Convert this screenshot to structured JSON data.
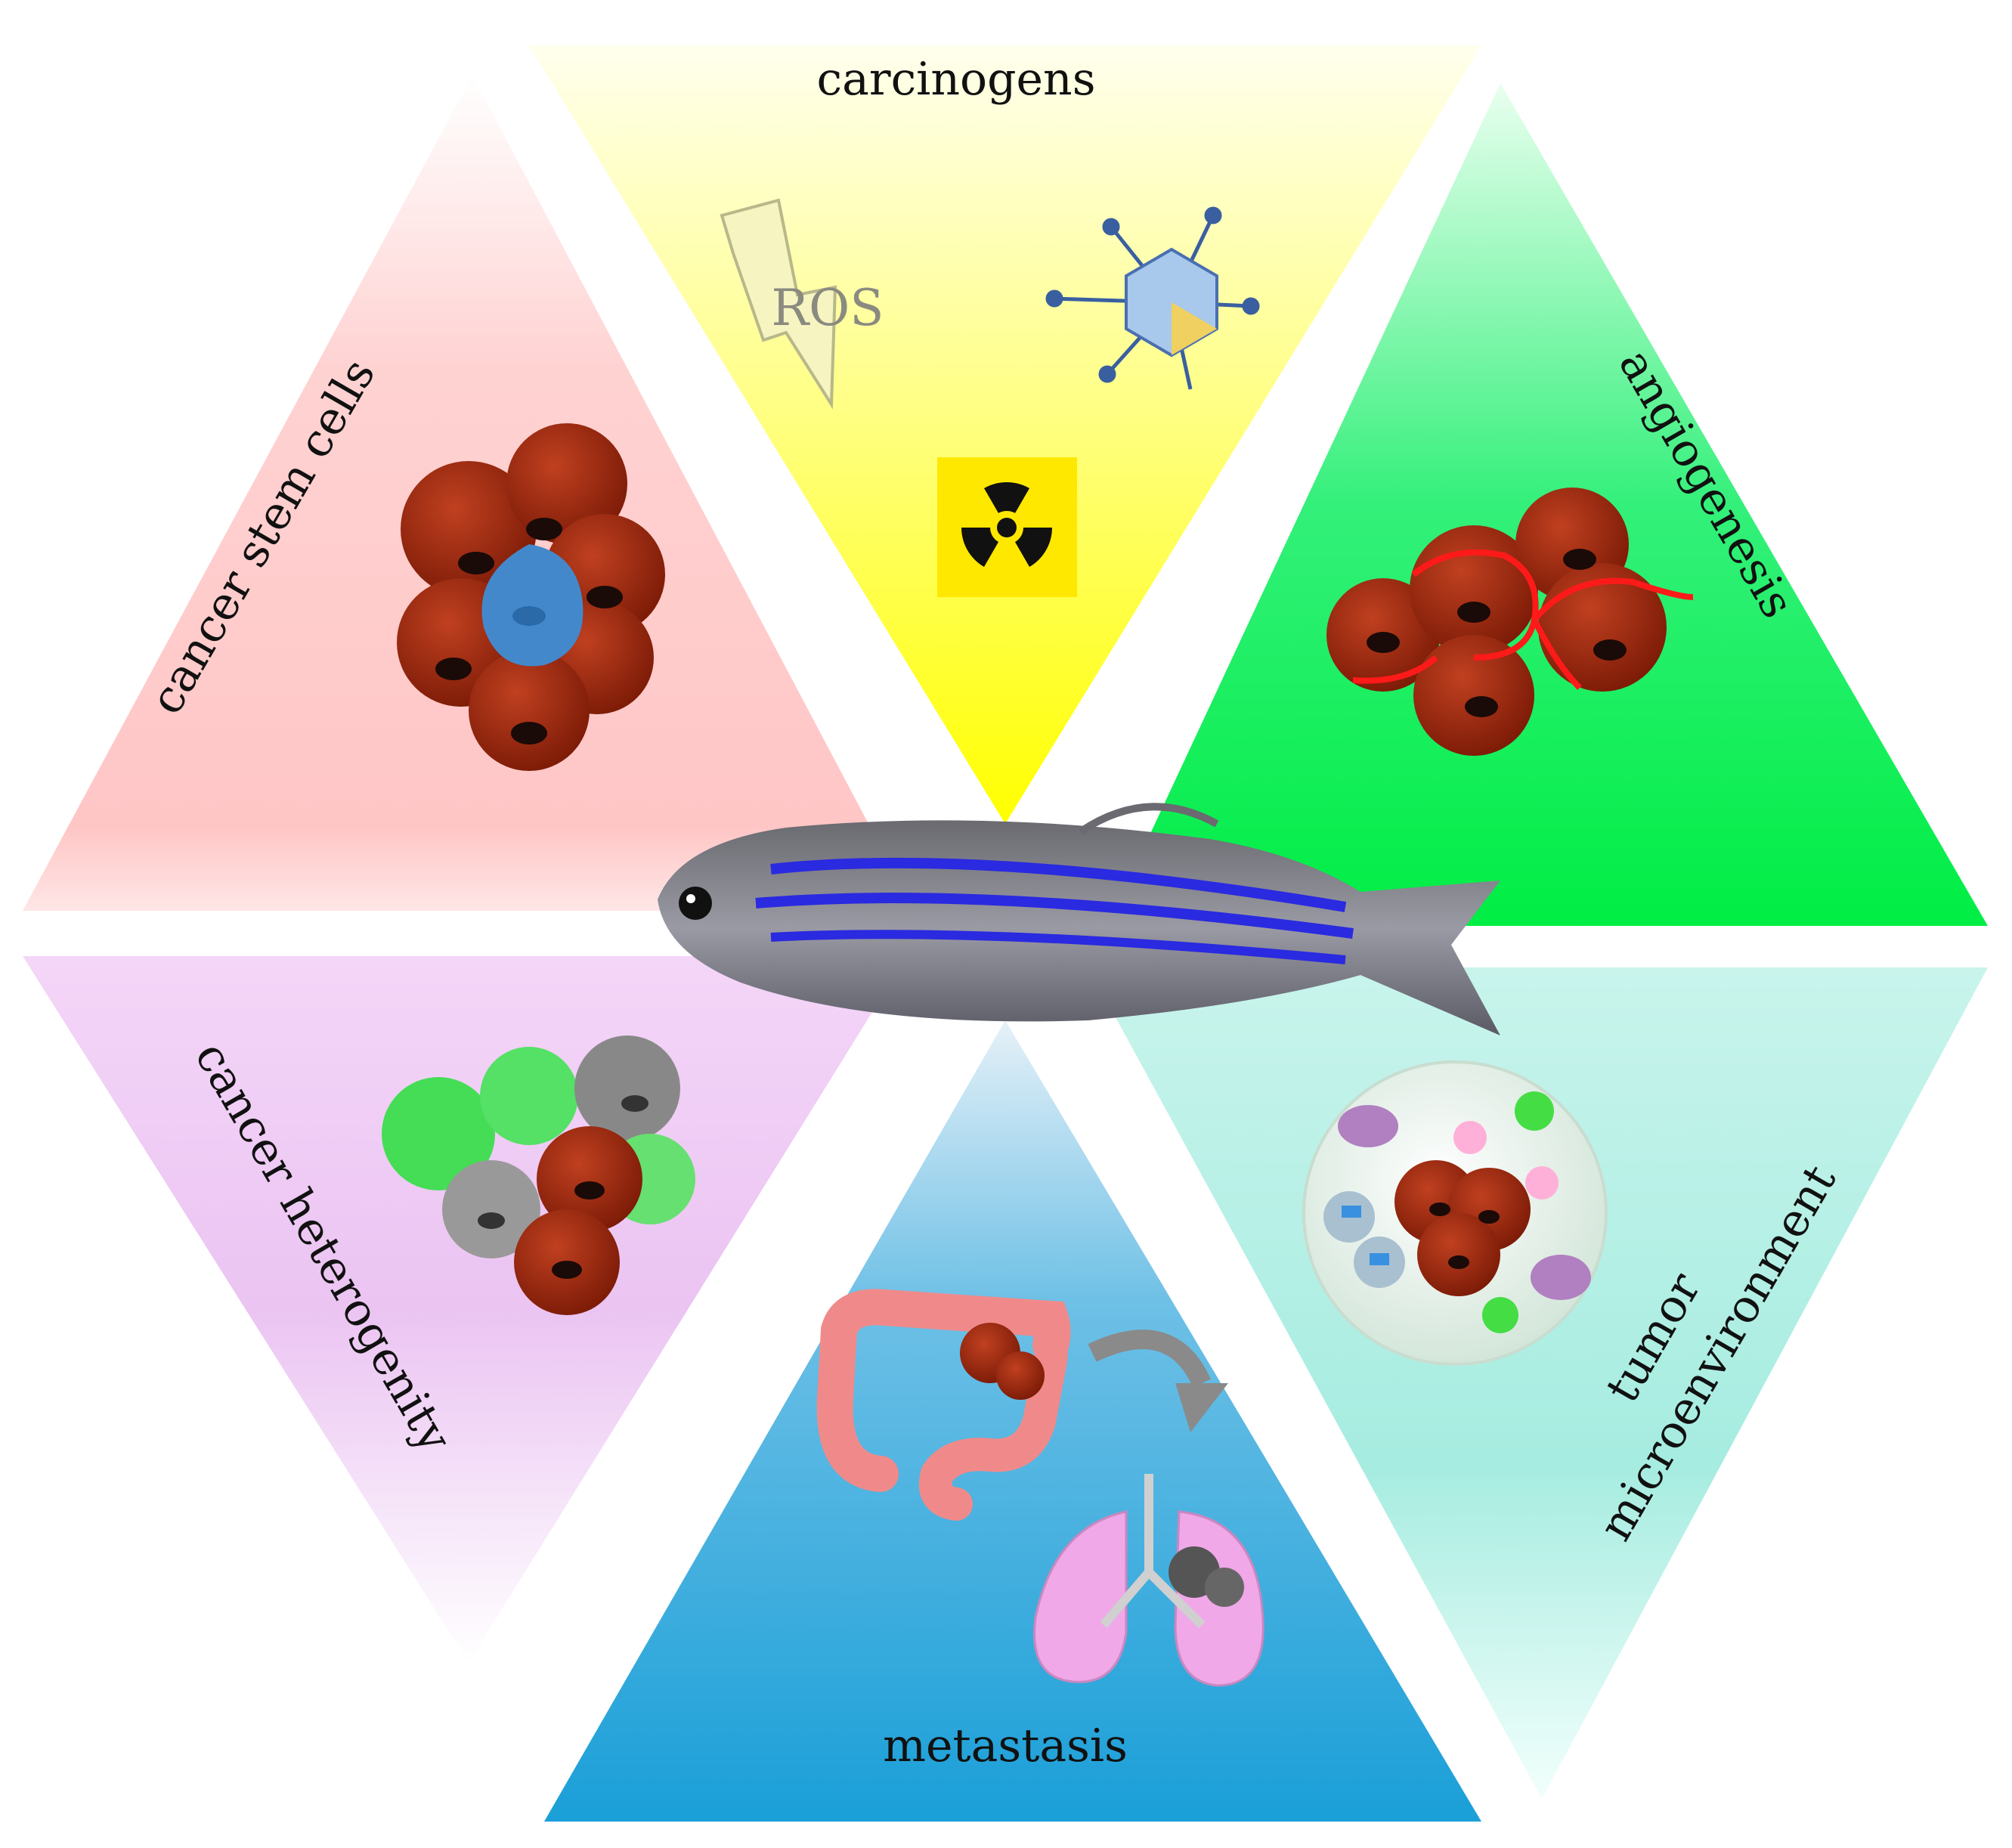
{
  "segments": {
    "carcinogens": {
      "label": "carcinogens",
      "ros_label": "ROS",
      "color": "#ffff00"
    },
    "angiogenesis": {
      "label": "angiogenesis",
      "color": "#00ee44"
    },
    "tumor_microenvironment": {
      "label_line1": "tumor",
      "label_line2": "microenvironment",
      "color": "#9ae8d8"
    },
    "metastasis": {
      "label": "metastasis",
      "color": "#1aa0d8"
    },
    "cancer_heterogenity": {
      "label": "cancer heterogenity",
      "color": "#e8b8f0"
    },
    "cancer_stem_cells": {
      "label": "cancer stem cells",
      "color": "#ffc8c8"
    }
  },
  "center": {
    "icon": "zebrafish"
  },
  "icons": [
    "lightning-bolt-icon",
    "virus-icon",
    "radiation-icon",
    "tumor-cell-cluster-icon",
    "intestine-icon",
    "lungs-icon",
    "curved-arrow-icon"
  ]
}
